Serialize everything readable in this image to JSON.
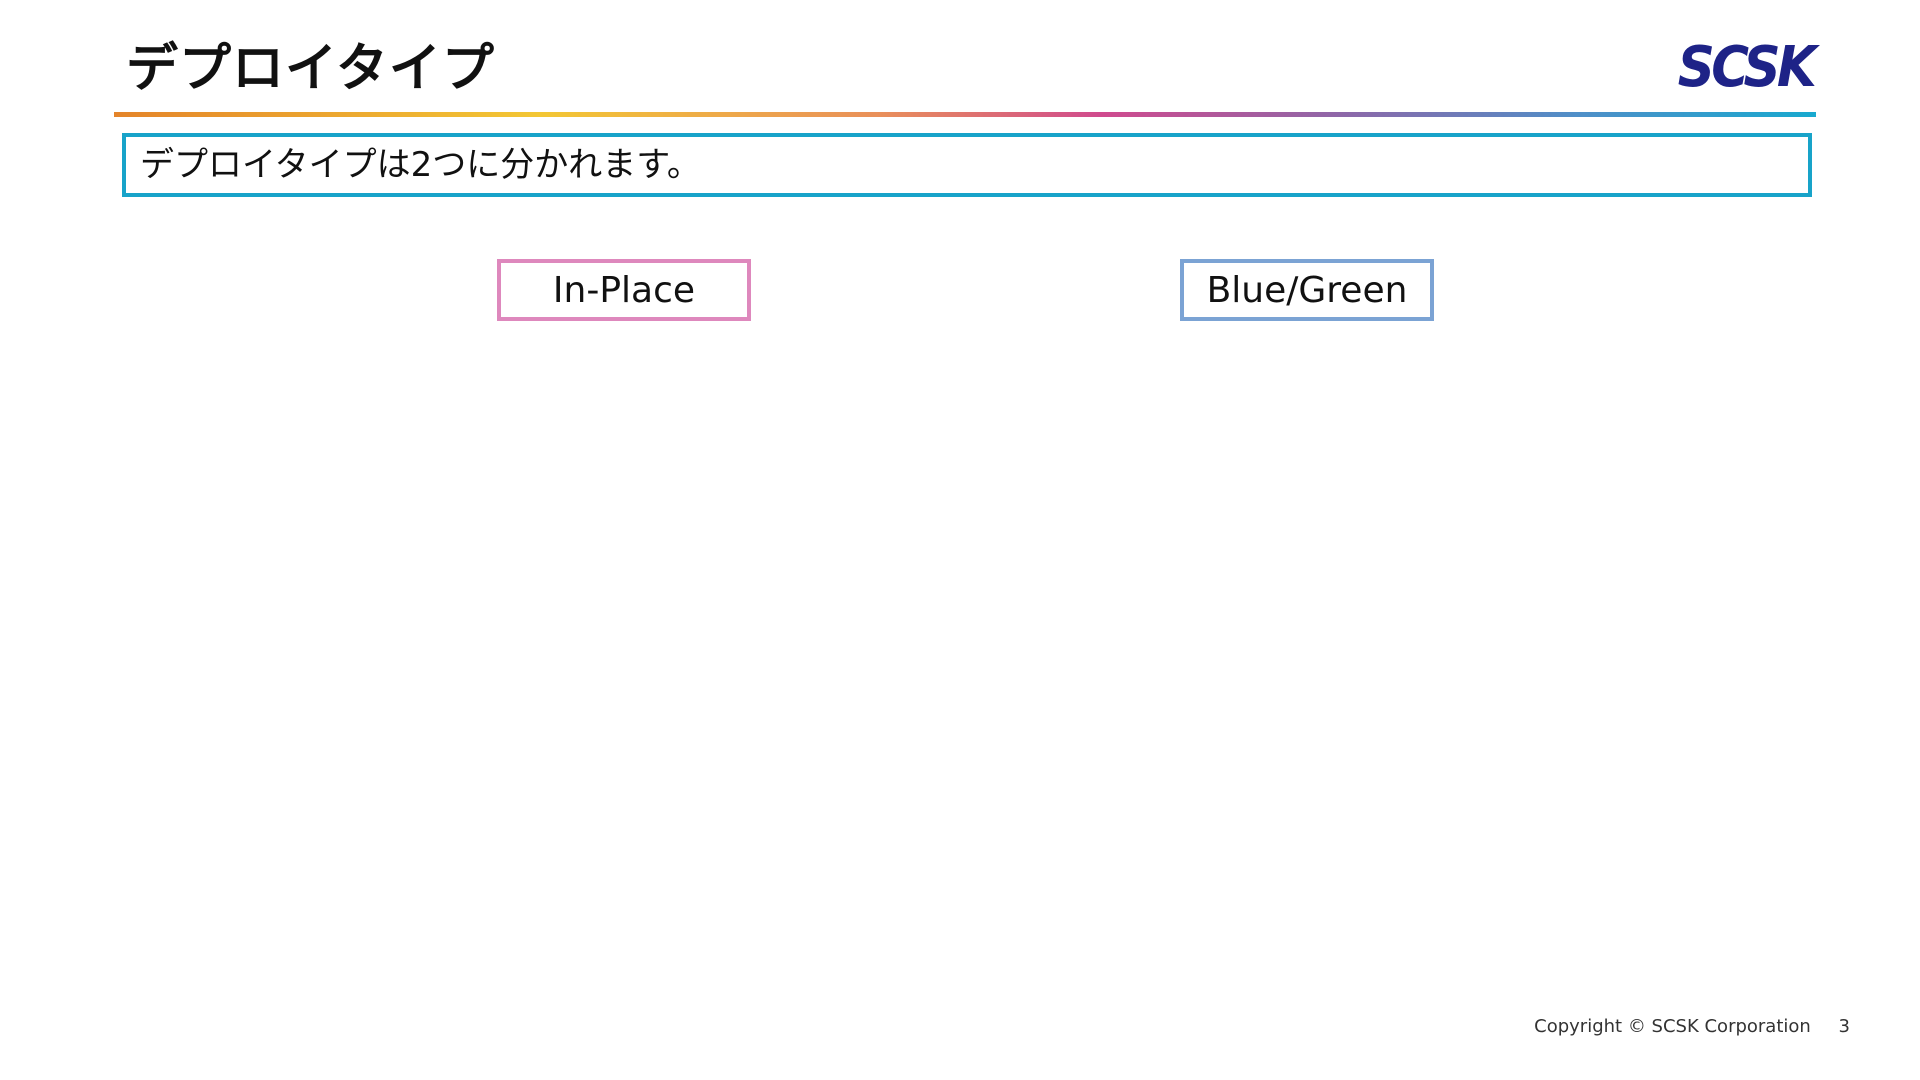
{
  "slide": {
    "title": "デプロイタイプ",
    "logo_text": "SCSK",
    "intro_text": "デプロイタイプは2つに分かれます。",
    "deploy_types": [
      {
        "label": "In-Place",
        "border_color": "#de88bd"
      },
      {
        "label": "Blue/Green",
        "border_color": "#7ba3d4"
      }
    ],
    "footer": {
      "copyright": "Copyright © SCSK Corporation",
      "page_number": "3"
    }
  },
  "colors": {
    "logo": "#1e2387",
    "intro_border": "#18a3c9",
    "rule_gradient": [
      "#e4842a",
      "#f3c734",
      "#e98f5a",
      "#d04a8e",
      "#8e67a8",
      "#4f8fc8",
      "#18a9cf"
    ]
  }
}
